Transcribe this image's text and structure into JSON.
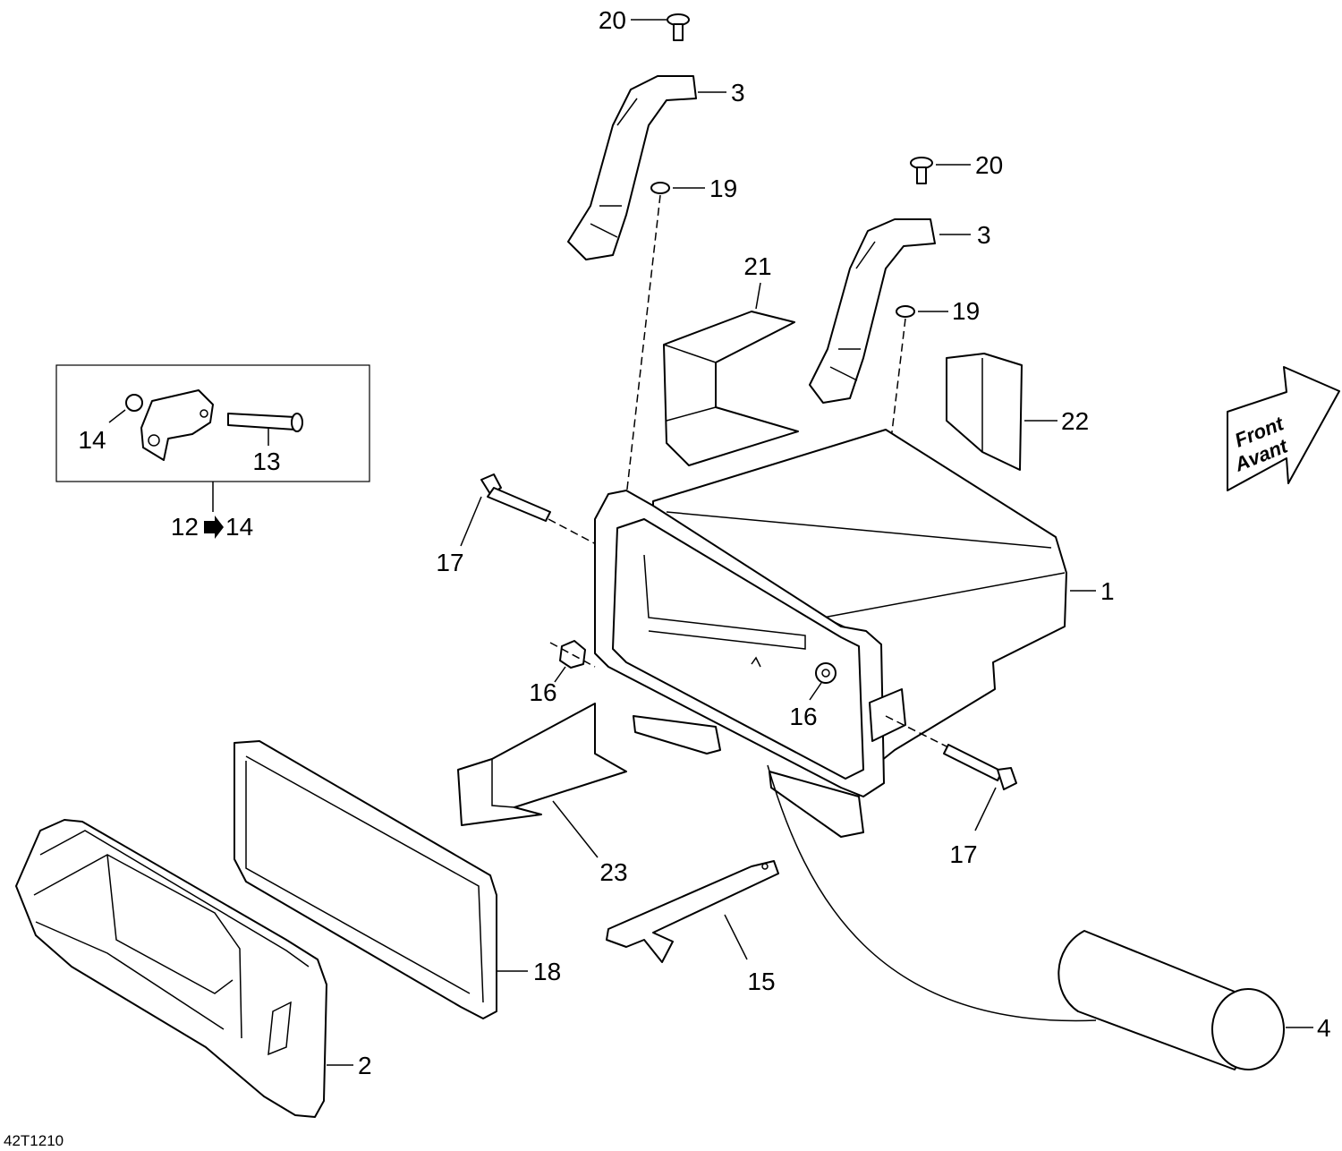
{
  "labels": {
    "l20a": "20",
    "l3a": "3",
    "l19a": "19",
    "l20b": "20",
    "l3b": "3",
    "l19b": "19",
    "l21": "21",
    "l22": "22",
    "l14": "14",
    "l13": "13",
    "l12": "12",
    "l12to": "14",
    "l17a": "17",
    "l17b": "17",
    "l1": "1",
    "l16a": "16",
    "l16b": "16",
    "l23": "23",
    "l18": "18",
    "l15": "15",
    "l2": "2",
    "l4": "4"
  },
  "front_arrow": {
    "line1": "Front",
    "line2": "Avant"
  },
  "figure_code": "42T1210"
}
